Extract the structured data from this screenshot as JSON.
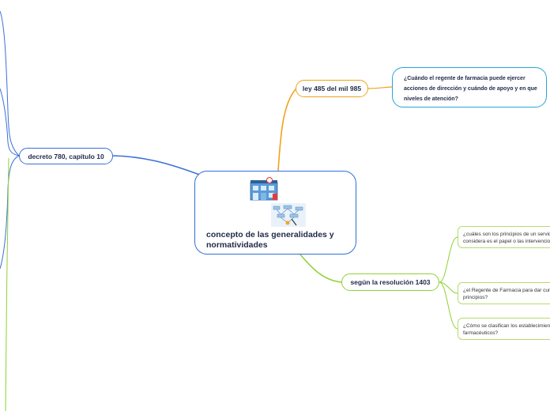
{
  "central": {
    "title_line1": "concepto de las generalidades y",
    "title_line2": "normatividades",
    "icons": [
      "pharmacy-building-icon",
      "flowchart-diagram-icon"
    ]
  },
  "branches": {
    "decreto": {
      "label": "decreto 780, capítulo 10",
      "color": "#3b6fd9"
    },
    "ley": {
      "label": "ley 485 del mil 985",
      "color": "#f0a21e"
    },
    "resolucion": {
      "label": "según la resolución 1403",
      "color": "#8ed134"
    }
  },
  "ley_question": {
    "line1": "¿Cuándo el regente de farmacia puede ejercer",
    "line2": "acciones de dirección y cuándo de apoyo y en que",
    "line3": "niveles de atención?",
    "color": "#2aa5d6"
  },
  "resolucion_questions": [
    {
      "line1": "¿cuáles son los principios de un servicio",
      "line2": "considera es el papel o las intervencion"
    },
    {
      "line1": "¿el Regente de Farmacia para dar cump",
      "line2": "principios?"
    },
    {
      "line1": "¿Cómo se clasifican los establecimiento",
      "line2": "farmacéuticos?"
    }
  ],
  "colors": {
    "central_border": "#2f6fd6",
    "text": "#1f2a4a",
    "side_line": "#8ed134"
  }
}
